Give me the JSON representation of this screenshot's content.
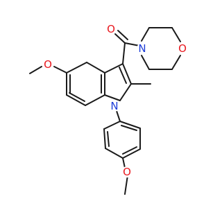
{
  "colors": {
    "bond": "#1a1a1a",
    "oxygen": "#e8181e",
    "nitrogen": "#1c3cd8"
  },
  "atoms": {
    "carbonyl_o": "O",
    "morpholine_n": "N",
    "morpholine_o": "O",
    "methoxy_o_5": "O",
    "indole_n": "N",
    "methoxy_o_4": "O"
  }
}
